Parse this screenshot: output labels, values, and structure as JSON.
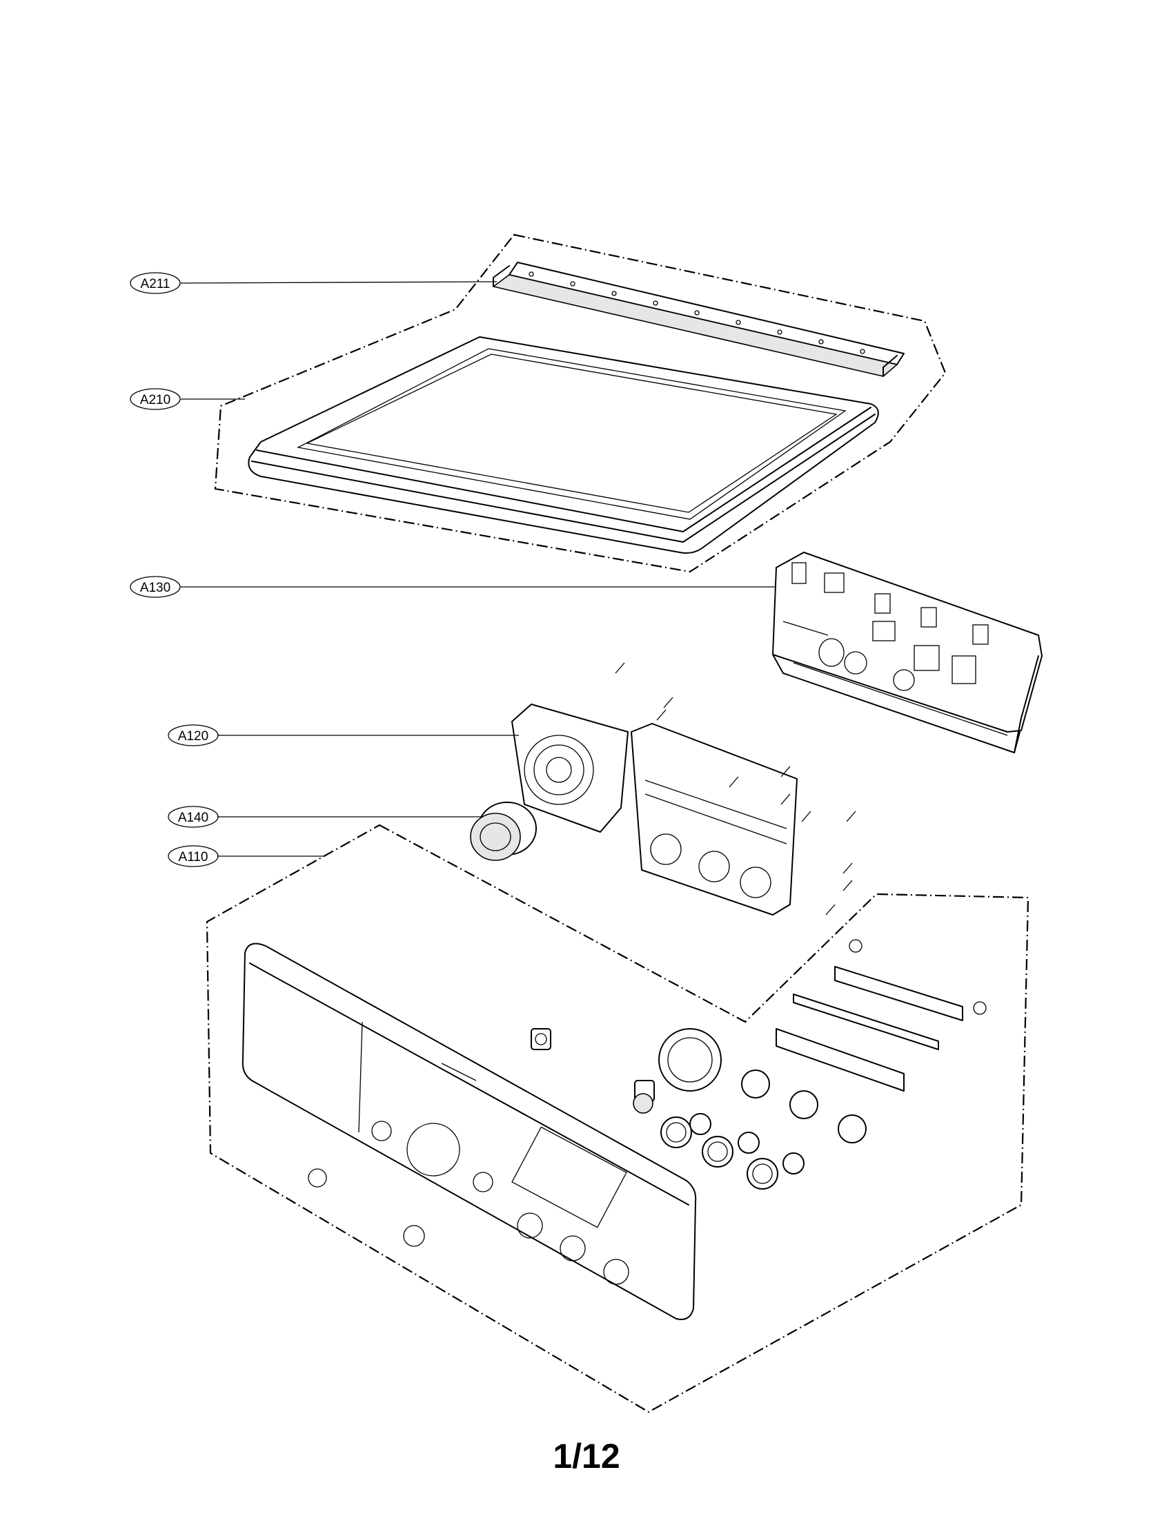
{
  "diagram": {
    "callouts": [
      {
        "id": "A211",
        "label": "A211"
      },
      {
        "id": "A210",
        "label": "A210"
      },
      {
        "id": "A130",
        "label": "A130"
      },
      {
        "id": "A120",
        "label": "A120"
      },
      {
        "id": "A140",
        "label": "A140"
      },
      {
        "id": "A110",
        "label": "A110"
      }
    ]
  },
  "footer": {
    "page_number": "1/12"
  }
}
